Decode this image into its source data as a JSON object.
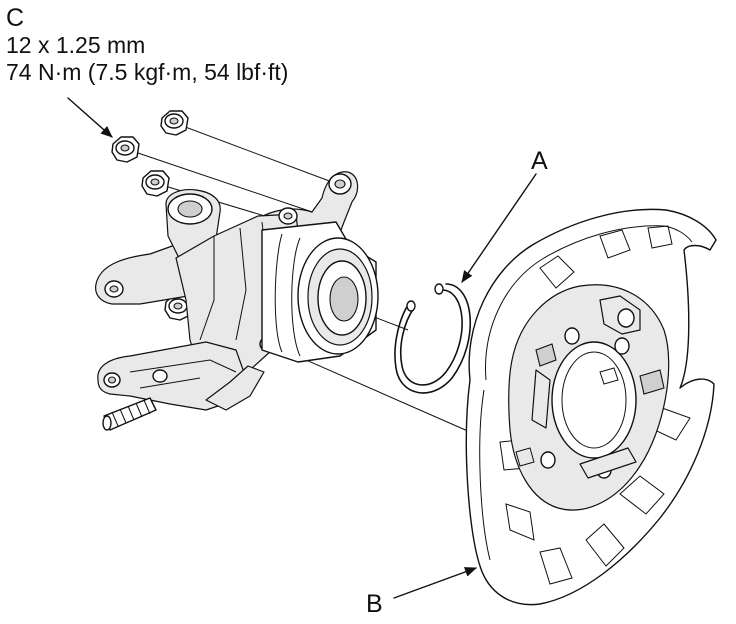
{
  "callouts": {
    "c": {
      "letter": "C",
      "size": "12 x 1.25 mm",
      "torque": "74 N·m (7.5 kgf·m, 54 lbf·ft)"
    },
    "a": {
      "letter": "A"
    },
    "b": {
      "letter": "B"
    }
  }
}
